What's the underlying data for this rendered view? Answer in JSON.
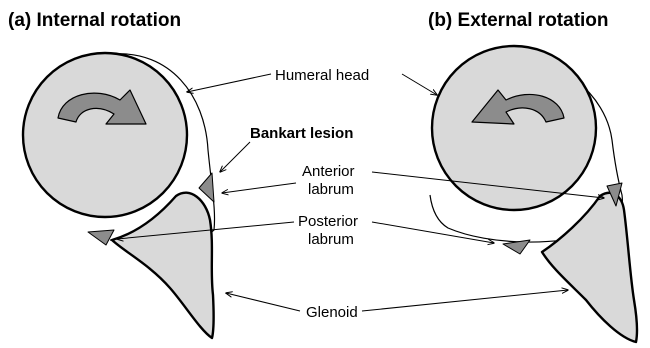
{
  "panels": [
    {
      "title": "(a) Internal rotation",
      "rotation": "internal"
    },
    {
      "title": "(b) External rotation",
      "rotation": "external"
    }
  ],
  "labels": {
    "humeral_head": "Humeral head",
    "bankart_lesion": "Bankart lesion",
    "anterior_labrum_line1": "Anterior",
    "anterior_labrum_line2": "labrum",
    "posterior_labrum_line1": "Posterior",
    "posterior_labrum_line2": "labrum",
    "glenoid": "Glenoid"
  },
  "colors": {
    "bone_fill": "#d9d9d9",
    "labrum_fill": "#8c8c8c",
    "stroke": "#000000"
  }
}
